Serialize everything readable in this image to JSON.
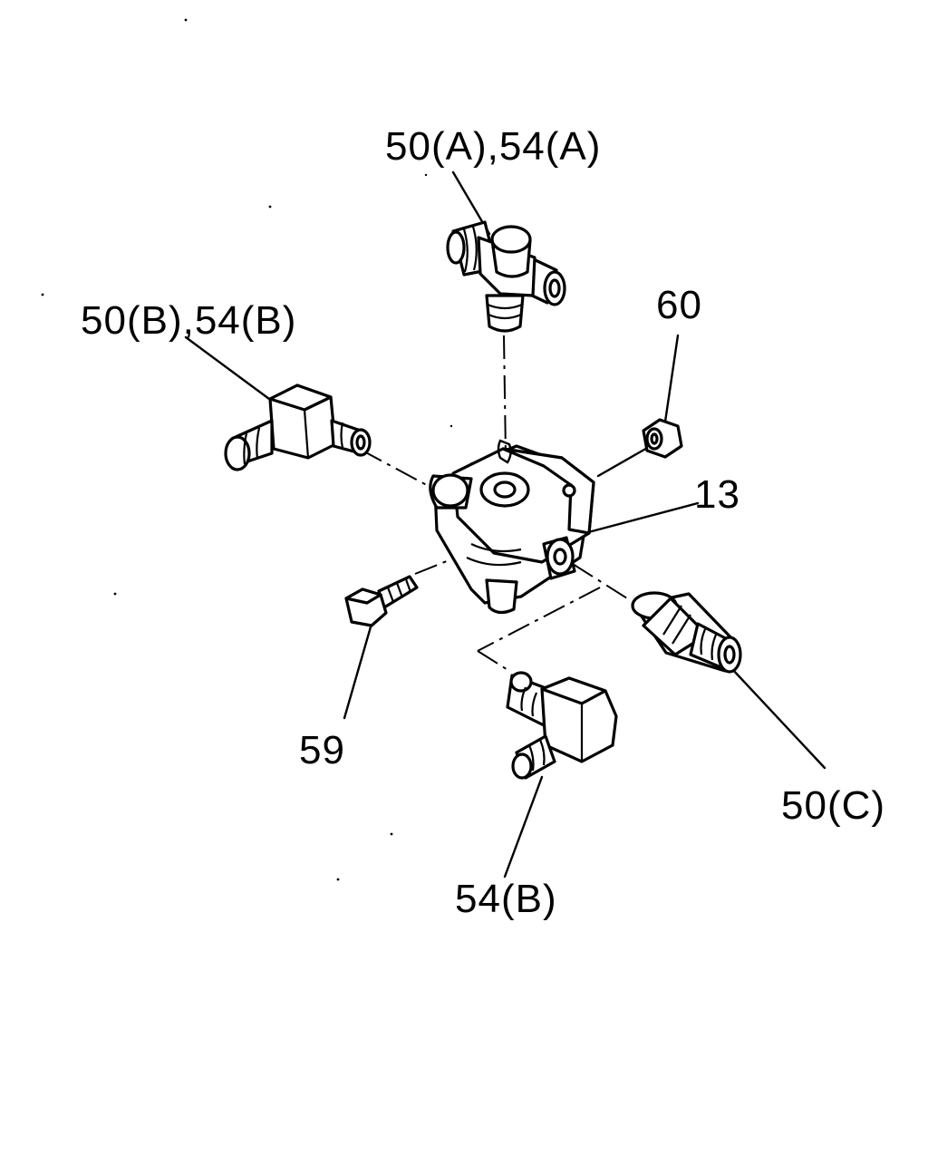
{
  "callouts": {
    "top_fitting": "50(A),54(A)",
    "left_fitting": "50(B),54(B)",
    "nut": "60",
    "valve_body": "13",
    "bolt": "59",
    "right_fitting": "50(C)",
    "bottom_fitting": "54(B)"
  },
  "colors": {
    "ink": "#000000",
    "paper": "#ffffff"
  }
}
